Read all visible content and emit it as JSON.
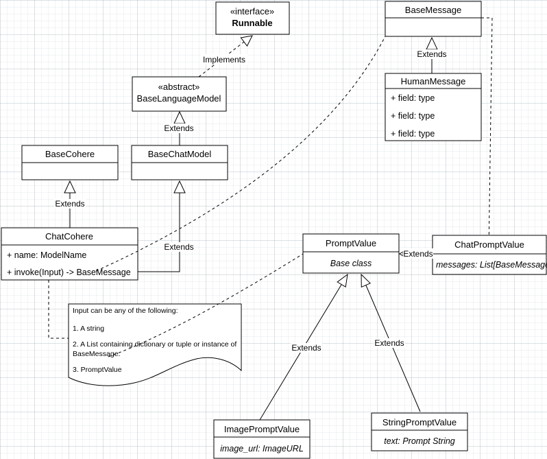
{
  "diagram_type": "uml-class-diagram",
  "classes": {
    "runnable": {
      "stereotype": "«interface»",
      "name": "Runnable"
    },
    "base_message": {
      "name": "BaseMessage"
    },
    "human_message": {
      "name": "HumanMessage",
      "fields": [
        "+ field: type",
        "+ field: type",
        "+ field: type"
      ]
    },
    "base_language_model": {
      "stereotype": "«abstract»",
      "name": "BaseLanguageModel"
    },
    "base_cohere": {
      "name": "BaseCohere"
    },
    "base_chat_model": {
      "name": "BaseChatModel"
    },
    "chat_cohere": {
      "name": "ChatCohere",
      "fields": [
        "+ name: ModelName",
        "+ invoke(Input) -> BaseMessage"
      ]
    },
    "prompt_value": {
      "name": "PromptValue",
      "attribute": "Base class"
    },
    "chat_prompt_value": {
      "name": "ChatPromptValue",
      "attribute": "messages: List[BaseMessage]"
    },
    "image_prompt_value": {
      "name": "ImagePromptValue",
      "attribute": "image_url: ImageURL"
    },
    "string_prompt_value": {
      "name": "StringPromptValue",
      "attribute": "text: Prompt String"
    }
  },
  "edge_labels": {
    "implements": "Implements",
    "extends": "Extends"
  },
  "note": {
    "lines": [
      "Input can be any of the following:",
      "1. A string",
      "2. A List containing dictionary or tuple or instance of",
      "BaseMessage.",
      "3. PromptValue"
    ]
  },
  "colors": {
    "stroke": "#000000",
    "fill": "#ffffff"
  }
}
